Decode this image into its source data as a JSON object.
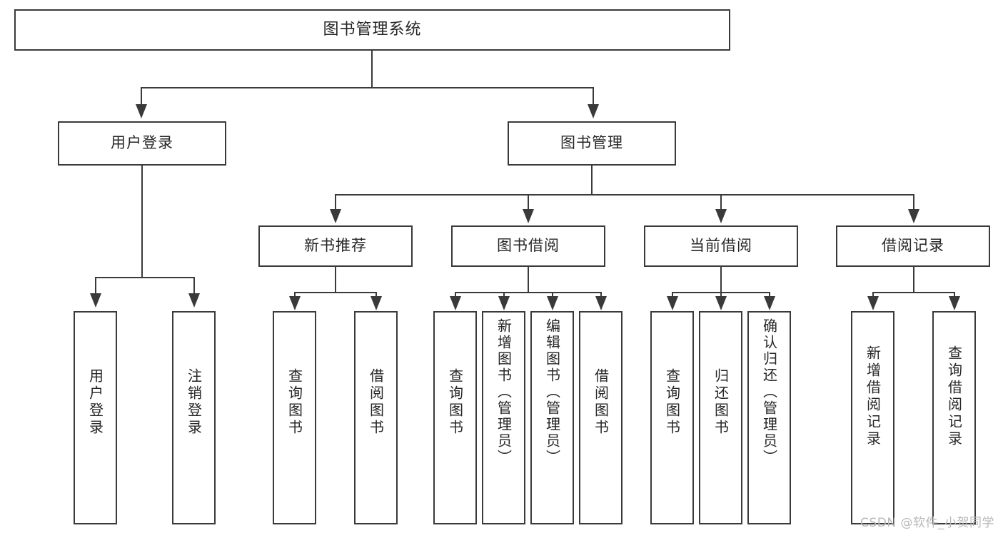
{
  "diagram": {
    "type": "tree",
    "title": "图书管理系统",
    "watermark": "CSDN @软件_小贺同学",
    "colors": {
      "stroke": "#3a3a3a",
      "fill": "#ffffff",
      "text": "#262626",
      "watermark": "#b9b9b9"
    },
    "levels": {
      "level1": [
        {
          "id": "root",
          "label": "图书管理系统"
        }
      ],
      "level2": [
        {
          "id": "user-login",
          "label": "用户登录"
        },
        {
          "id": "book-management",
          "label": "图书管理"
        }
      ],
      "level3": [
        {
          "id": "new-book-recommend",
          "label": "新书推荐",
          "parent": "book-management"
        },
        {
          "id": "book-borrow",
          "label": "图书借阅",
          "parent": "book-management"
        },
        {
          "id": "current-borrow",
          "label": "当前借阅",
          "parent": "book-management"
        },
        {
          "id": "borrow-record",
          "label": "借阅记录",
          "parent": "book-management"
        }
      ],
      "level4": [
        {
          "id": "leaf-user-login",
          "label": "用户登录",
          "parent": "user-login"
        },
        {
          "id": "leaf-user-logout",
          "label": "注销登录",
          "parent": "user-login"
        },
        {
          "id": "leaf-query-book-1",
          "label": "查询图书",
          "parent": "new-book-recommend"
        },
        {
          "id": "leaf-borrow-book-1",
          "label": "借阅图书",
          "parent": "new-book-recommend"
        },
        {
          "id": "leaf-query-book-2",
          "label": "查询图书",
          "parent": "book-borrow"
        },
        {
          "id": "leaf-add-book",
          "label": "新增图书（管理员）",
          "parent": "book-borrow"
        },
        {
          "id": "leaf-edit-book",
          "label": "编辑图书（管理员）",
          "parent": "book-borrow"
        },
        {
          "id": "leaf-borrow-book-2",
          "label": "借阅图书",
          "parent": "book-borrow"
        },
        {
          "id": "leaf-query-book-3",
          "label": "查询图书",
          "parent": "current-borrow"
        },
        {
          "id": "leaf-return-book",
          "label": "归还图书",
          "parent": "current-borrow"
        },
        {
          "id": "leaf-confirm-return",
          "label": "确认归还（管理员）",
          "parent": "current-borrow"
        },
        {
          "id": "leaf-add-record",
          "label": "新增借阅记录",
          "parent": "borrow-record"
        },
        {
          "id": "leaf-query-record",
          "label": "查询借阅记录",
          "parent": "borrow-record"
        }
      ]
    }
  }
}
